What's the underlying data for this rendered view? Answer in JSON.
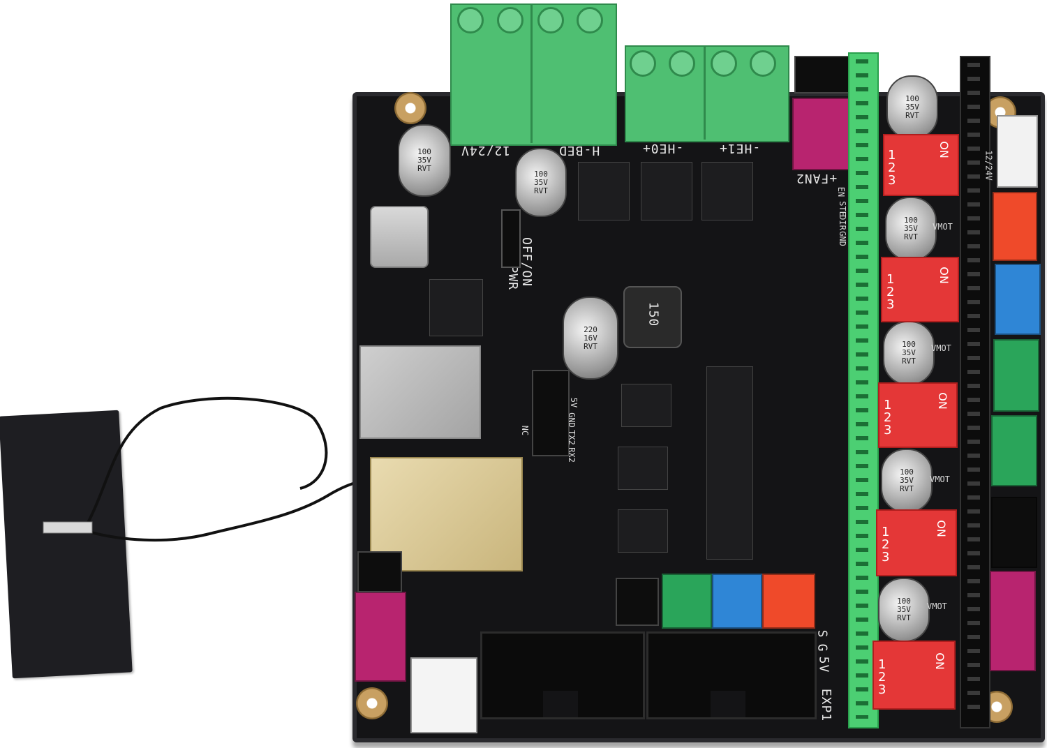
{
  "board": {
    "terminal_labels": [
      "H-BED",
      "12/24V",
      "-HE0+",
      "-HE1+",
      "+FAN2"
    ],
    "usb_label": "USBPWR",
    "usb_switch": "OFF/ON",
    "uart_labels": [
      "5V",
      "GND",
      "TX2",
      "RX2",
      "NC"
    ],
    "capacitors": [
      {
        "value": "100",
        "voltage": "35V",
        "brand": "RVT"
      },
      {
        "value": "100",
        "voltage": "35V",
        "brand": "RVT"
      },
      {
        "value": "220",
        "voltage": "16V",
        "brand": "RVT"
      },
      {
        "value": "100",
        "voltage": "35V",
        "brand": "RVT"
      },
      {
        "value": "100",
        "voltage": "35V",
        "brand": "RVT"
      },
      {
        "value": "100",
        "voltage": "35V",
        "brand": "RVT"
      },
      {
        "value": "100",
        "voltage": "35V",
        "brand": "RVT"
      },
      {
        "value": "100",
        "voltage": "35V",
        "brand": "RVT"
      }
    ],
    "inductor_label": "150",
    "dip_switch": {
      "numbers": [
        "1",
        "2",
        "3"
      ],
      "on_label": "ON"
    },
    "dip_count": 5,
    "driver_pins": [
      "EN",
      "STE",
      "DIR",
      "GND"
    ],
    "motor_label": "VMOT",
    "power_label": "12/24V",
    "servo_labels": [
      "S",
      "G",
      "5V"
    ],
    "exp_label": "EXP1",
    "connector_colors": [
      "#d43a1c",
      "#2f86d6",
      "#2aa55a",
      "#b8246f",
      "#f2f2f2"
    ]
  }
}
